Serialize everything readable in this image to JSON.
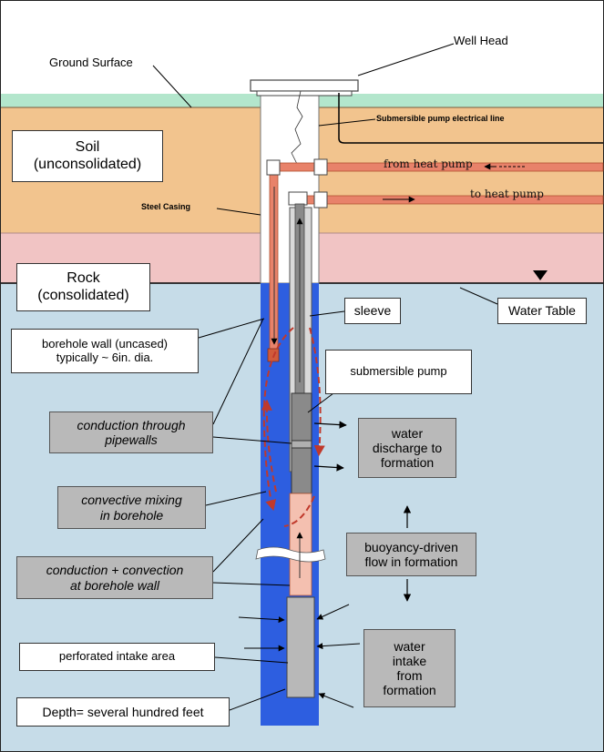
{
  "labels": {
    "well_head": "Well Head",
    "ground_surface": "Ground Surface",
    "soil": "Soil\n(unconsolidated)",
    "submersible_line": "Submersible pump electrical line",
    "from_heat_pump": "from heat pump",
    "to_heat_pump": "to heat pump",
    "steel_casing": "Steel Casing",
    "rock": "Rock\n(consolidated)",
    "water_table": "Water Table",
    "sleeve": "sleeve",
    "borehole_wall": "borehole wall (uncased)\ntypically ~ 6in.  dia.",
    "submersible_pump": "submersible pump",
    "conduction_pipewalls": "conduction through\npipewalls",
    "water_discharge": "water\ndischarge to\nformation",
    "convective_mixing": "convective mixing\nin borehole",
    "buoyancy_flow": "buoyancy-driven\nflow in formation",
    "conduction_convection": "conduction + convection\nat borehole wall",
    "perforated_intake": "perforated intake area",
    "water_intake": "water\nintake\nfrom\nformation",
    "depth": "Depth= several hundred feet"
  },
  "colors": {
    "sky": "#ffffff",
    "ground_surface": "#b3e6cc",
    "soil": "#f2c48e",
    "pink_band": "#f1c4c4",
    "rock_water": "#c6dce8",
    "borehole": "#2d5ee0",
    "pipe": "#e8826a",
    "sleeve_grey": "#8a8a8a",
    "pump_grey": "#7a7a7a",
    "box_grey": "#b9b9b9"
  }
}
